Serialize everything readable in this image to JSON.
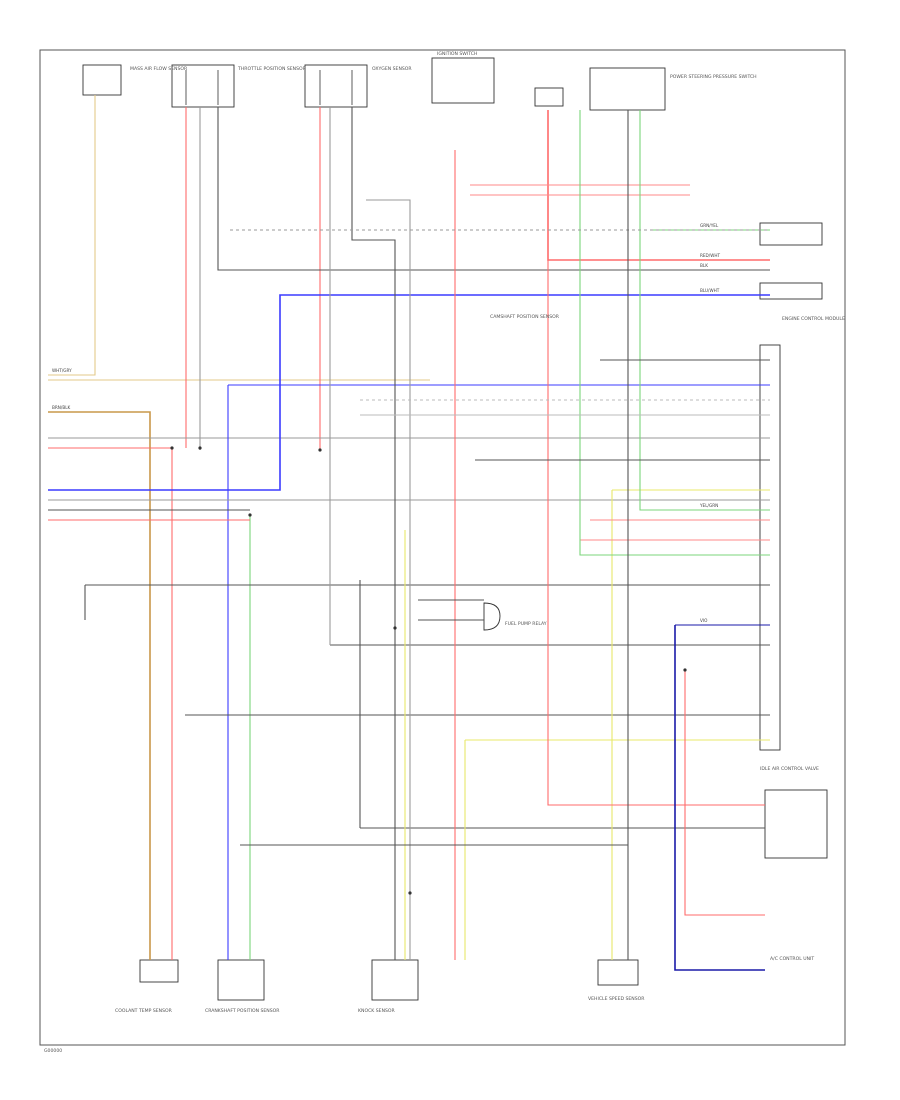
{
  "diagram": {
    "footer_code": "G00000",
    "component_labels": [
      "MASS AIR FLOW SENSOR",
      "THROTTLE POSITION SENSOR",
      "OXYGEN SENSOR",
      "IGNITION SWITCH",
      "POWER STEERING PRESSURE SWITCH",
      "FUEL PUMP RELAY",
      "CAMSHAFT POSITION SENSOR",
      "KNOCK SENSOR",
      "VEHICLE SPEED SENSOR",
      "ENGINE CONTROL MODULE",
      "IDLE AIR CONTROL VALVE",
      "CRANKSHAFT POSITION SENSOR",
      "A/C CONTROL UNIT",
      "COOLANT TEMP SENSOR"
    ],
    "wire_codes": [
      "WHT/GRY",
      "BRN/BLK",
      "GRN/YEL",
      "RED/WHT",
      "BLU/WHT",
      "BLK",
      "YEL/GRN",
      "VIO"
    ]
  },
  "colors": {
    "red": "#ff6b6b",
    "blue": "#3b3bff",
    "green": "#7bd67b",
    "yellow": "#e8e86a",
    "tan": "#e3c98a",
    "brown": "#c9984a",
    "black": "#555555",
    "gray": "#9a9a9a",
    "pink": "#ffb0b0",
    "navy": "#1a1aa8"
  }
}
